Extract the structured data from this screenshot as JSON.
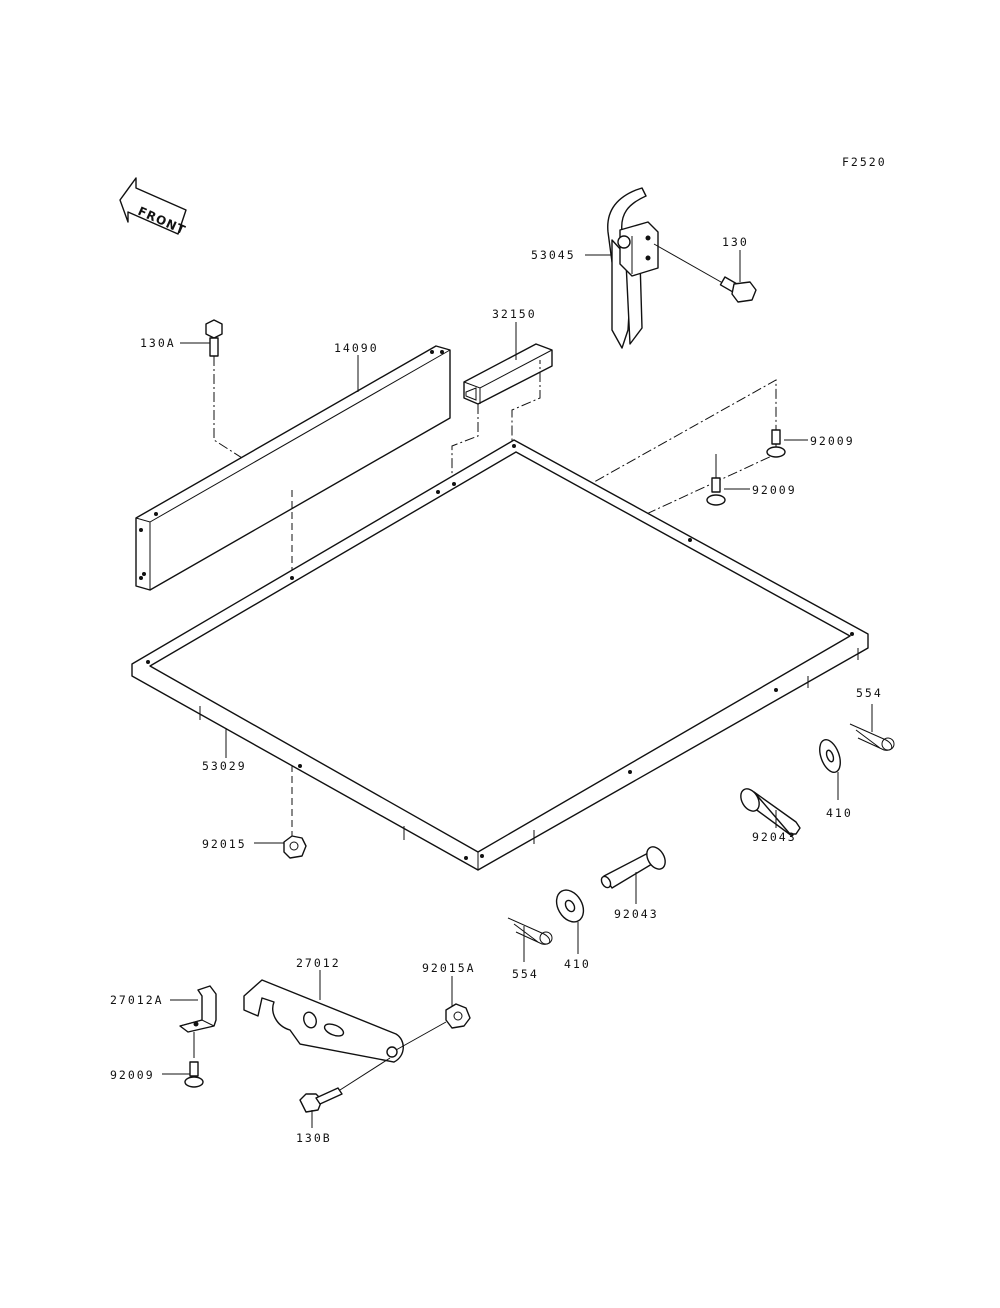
{
  "figure_code": "F2520",
  "front_label": "FRONT",
  "parts": {
    "p53045": "53045",
    "p130": "130",
    "p32150": "32150",
    "p130A": "130A",
    "p14090": "14090",
    "p92009_a": "92009",
    "p92009_b": "92009",
    "p554_a": "554",
    "p53029": "53029",
    "p410_a": "410",
    "p92043_a": "92043",
    "p92015": "92015",
    "p92043_b": "92043",
    "p554_b": "554",
    "p410_b": "410",
    "p27012": "27012",
    "p92015A": "92015A",
    "p27012A": "27012A",
    "p92009_c": "92009",
    "p130B": "130B"
  }
}
